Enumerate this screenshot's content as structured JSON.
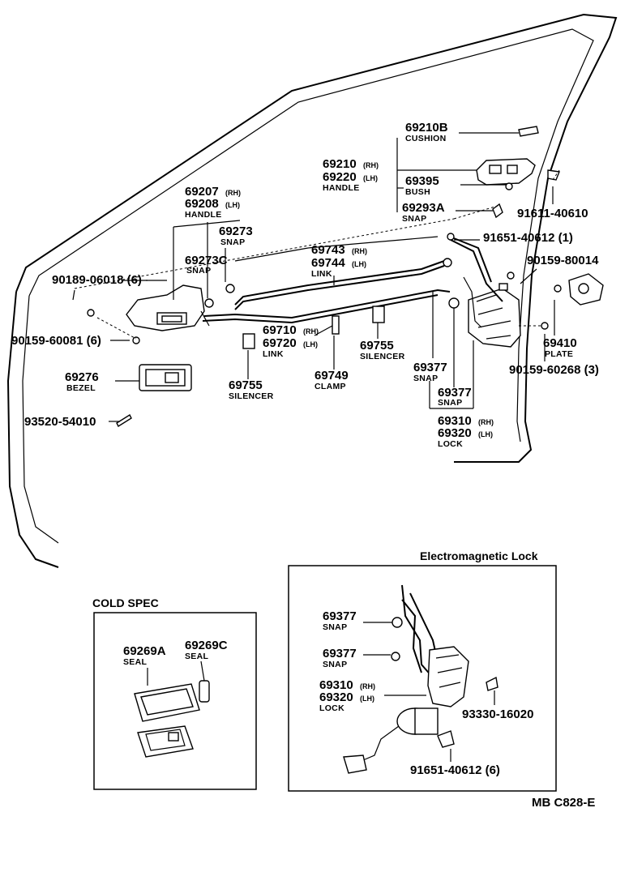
{
  "labels": {
    "p69210B": "69210B",
    "cushion": "CUSHION",
    "p69210": "69210",
    "rh1": "(RH)",
    "p69220": "69220",
    "lh1": "(LH)",
    "handle1": "HANDLE",
    "p69395": "69395",
    "bush": "BUSH",
    "p69293A": "69293A",
    "snap_a": "SNAP",
    "p91611": "91611-40610",
    "p69207": "69207",
    "rh2": "(RH)",
    "p69208": "69208",
    "lh2": "(LH)",
    "handle2": "HANDLE",
    "p69273": "69273",
    "snap_b": "SNAP",
    "p69273C": "69273C",
    "snap_c": "SNAP",
    "p69743": "69743",
    "rh3": "(RH)",
    "p69744": "69744",
    "lh3": "(LH)",
    "link1": "LINK",
    "p91651_1": "91651-40612 (1)",
    "p90159_80014": "90159-80014",
    "p90189": "90189-06018 (6)",
    "p90159_60081": "90159-60081 (6)",
    "p69710": "69710",
    "rh4": "(RH)",
    "p69720": "69720",
    "lh4": "(LH)",
    "link2": "LINK",
    "p69755a": "69755",
    "silencer_a": "SILENCER",
    "p69410": "69410",
    "plate": "PLATE",
    "p90159_60268": "90159-60268 (3)",
    "p69276": "69276",
    "bezel": "BEZEL",
    "p69755b": "69755",
    "silencer_b": "SILENCER",
    "p69749": "69749",
    "clamp": "CLAMP",
    "p69377a": "69377",
    "snap_d": "SNAP",
    "p69377b": "69377",
    "snap_e": "SNAP",
    "p69310": "69310",
    "rh5": "(RH)",
    "p69320": "69320",
    "lh5": "(LH)",
    "lock1": "LOCK",
    "p93520": "93520-54010"
  },
  "em_box": {
    "title": "Electromagnetic Lock",
    "p69377a": "69377",
    "snap_a": "SNAP",
    "p69377b": "69377",
    "snap_b": "SNAP",
    "p69310": "69310",
    "rh": "(RH)",
    "p69320": "69320",
    "lh": "(LH)",
    "lock": "LOCK",
    "p93330": "93330-16020",
    "p91651": "91651-40612 (6)"
  },
  "cold_box": {
    "title": "COLD SPEC",
    "p69269A": "69269A",
    "seal_a": "SEAL",
    "p69269C": "69269C",
    "seal_c": "SEAL"
  },
  "footer": {
    "code": "MB  C828-E"
  }
}
